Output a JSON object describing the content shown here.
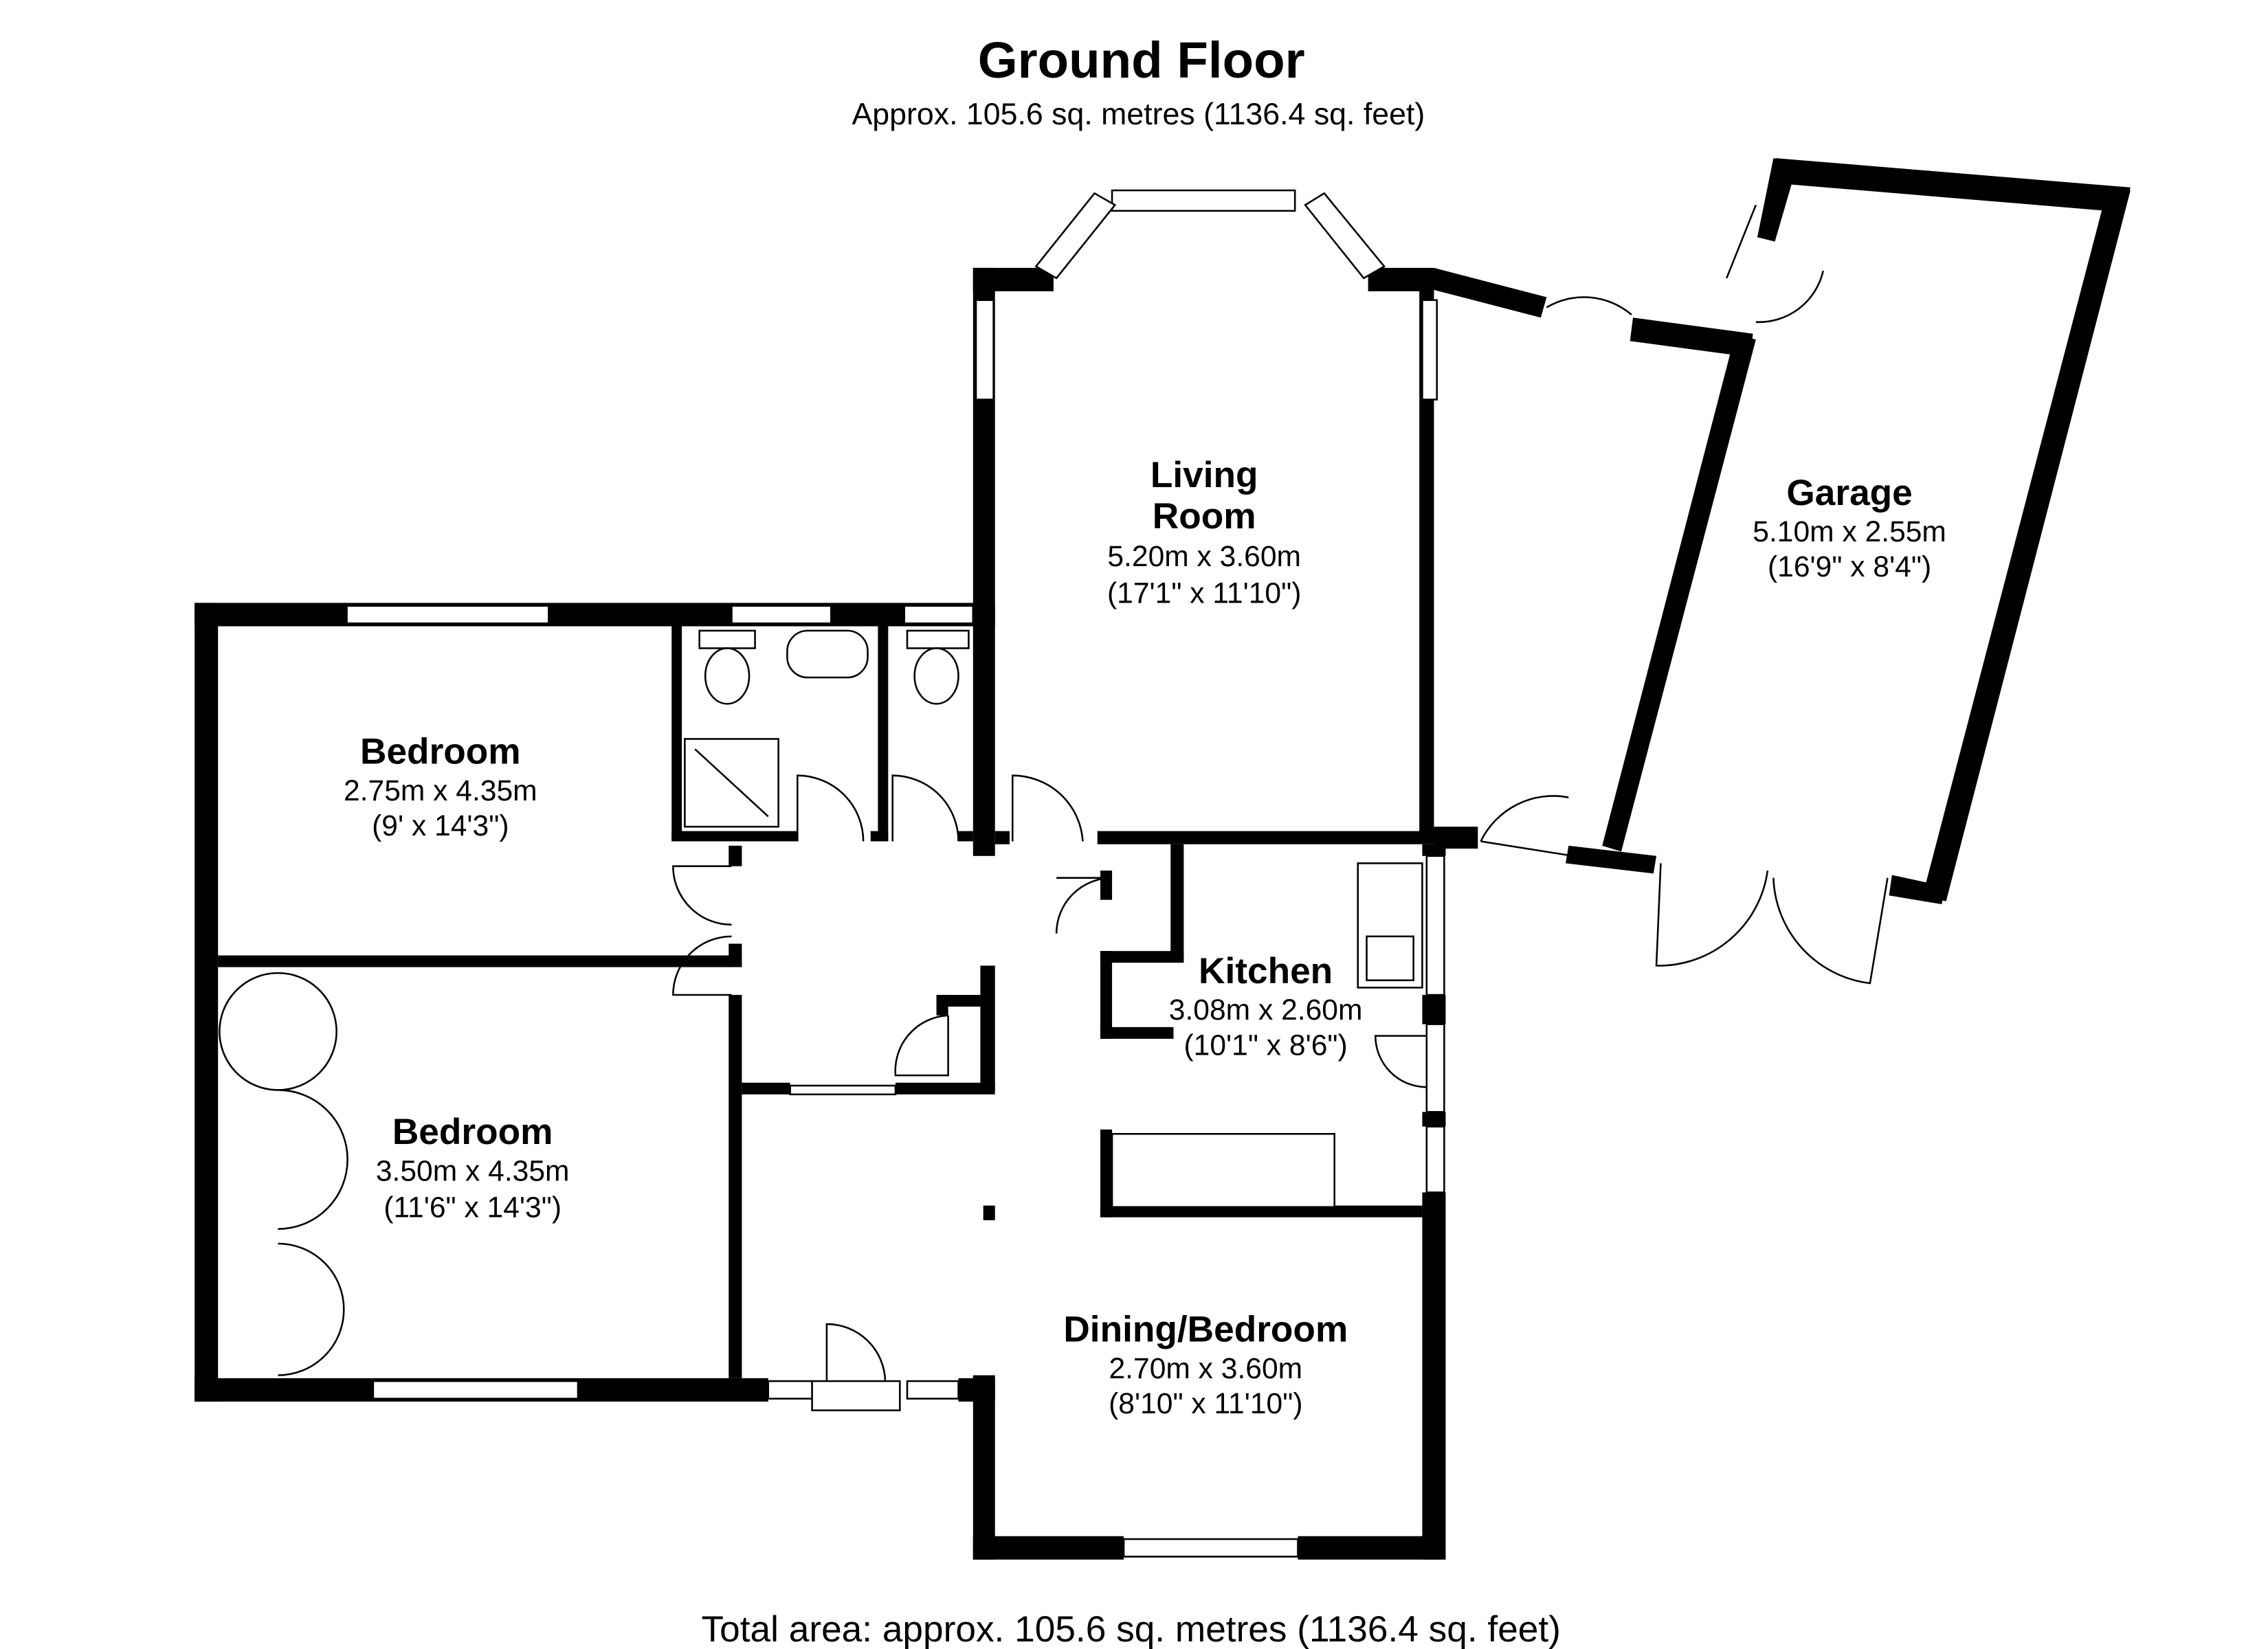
{
  "header": {
    "title": "Ground Floor",
    "subtitle": "Approx. 105.6 sq. metres (1136.4 sq. feet)"
  },
  "rooms": {
    "living": {
      "name_line1": "Living",
      "name_line2": "Room",
      "metric": "5.20m x 3.60m",
      "imperial": "(17'1\" x 11'10\")"
    },
    "garage": {
      "name": "Garage",
      "metric": "5.10m x 2.55m",
      "imperial": "(16'9\" x 8'4\")"
    },
    "bedroom1": {
      "name": "Bedroom",
      "metric": "2.75m x 4.35m",
      "imperial": "(9' x 14'3\")"
    },
    "bedroom2": {
      "name": "Bedroom",
      "metric": "3.50m x 4.35m",
      "imperial": "(11'6\" x 14'3\")"
    },
    "kitchen": {
      "name": "Kitchen",
      "metric": "3.08m x 2.60m",
      "imperial": "(10'1\" x 8'6\")"
    },
    "dining": {
      "name": "Dining/Bedroom",
      "metric": "2.70m x 3.60m",
      "imperial": "(8'10\" x 11'10\")"
    }
  },
  "footer": {
    "total": "Total area: approx. 105.6 sq. metres (1136.4 sq. feet)"
  }
}
